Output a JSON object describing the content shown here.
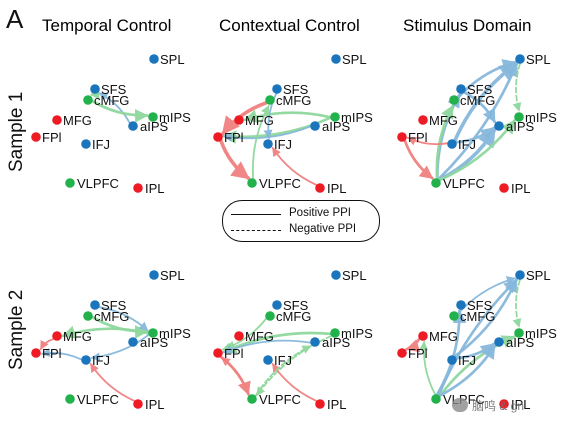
{
  "figure": {
    "panel_label": "A",
    "columns": [
      {
        "title": "Temporal Control",
        "color": "#ee1b24"
      },
      {
        "title": "Contextual Control",
        "color": "#21b24b"
      },
      {
        "title": "Stimulus Domain",
        "color": "#1f24d6"
      }
    ],
    "rows": [
      "Sample 1",
      "Sample 2"
    ],
    "legend": {
      "positive": "Positive PPI",
      "negative": "Negative PPI"
    },
    "watermark": "脑鸣 & gn"
  },
  "colors": {
    "temporal_node": "#ee1b24",
    "contextual_node": "#21b24b",
    "stimulus_node": "#1a75bc",
    "edge_red": "#f08080",
    "edge_green": "#8fd89d",
    "edge_blue": "#86b8dc"
  },
  "nodes": [
    {
      "id": "SPL",
      "label": "SPL",
      "group": "stimulus"
    },
    {
      "id": "SFS",
      "label": "SFS",
      "group": "stimulus"
    },
    {
      "id": "cMFG",
      "label": "cMFG",
      "group": "contextual"
    },
    {
      "id": "mIPS",
      "label": "mIPS",
      "group": "contextual"
    },
    {
      "id": "aIPS",
      "label": "aIPS",
      "group": "stimulus"
    },
    {
      "id": "MFG",
      "label": "MFG",
      "group": "temporal"
    },
    {
      "id": "FPl",
      "label": "FPl",
      "group": "temporal"
    },
    {
      "id": "IFJ",
      "label": "IFJ",
      "group": "stimulus"
    },
    {
      "id": "VLPFC",
      "label": "VLPFC",
      "group": "contextual"
    },
    {
      "id": "IPL",
      "label": "IPL",
      "group": "temporal"
    }
  ],
  "networks": [
    {
      "row": 0,
      "col": 0,
      "edges": [
        {
          "from": "aIPS",
          "to": "SFS",
          "color": "edge_blue",
          "sign": "positive",
          "weight": 1
        },
        {
          "from": "SFS",
          "to": "cMFG",
          "color": "edge_green",
          "sign": "positive",
          "weight": 1
        },
        {
          "from": "cMFG",
          "to": "mIPS",
          "color": "edge_green",
          "sign": "positive",
          "weight": 2
        }
      ]
    },
    {
      "row": 0,
      "col": 1,
      "edges": [
        {
          "from": "mIPS",
          "to": "MFG",
          "color": "edge_green",
          "sign": "positive",
          "weight": 2
        },
        {
          "from": "mIPS",
          "to": "FPl",
          "color": "edge_green",
          "sign": "positive",
          "weight": 2
        },
        {
          "from": "cMFG",
          "to": "FPl",
          "color": "edge_red",
          "sign": "positive",
          "weight": 3
        },
        {
          "from": "aIPS",
          "to": "FPl",
          "color": "edge_blue",
          "sign": "positive",
          "weight": 1
        },
        {
          "from": "FPl",
          "to": "VLPFC",
          "color": "edge_red",
          "sign": "positive",
          "weight": 3
        },
        {
          "from": "IPL",
          "to": "IFJ",
          "color": "edge_red",
          "sign": "positive",
          "weight": 1
        },
        {
          "from": "SFS",
          "to": "IFJ",
          "color": "edge_blue",
          "sign": "positive",
          "weight": 1
        },
        {
          "from": "VLPFC",
          "to": "cMFG",
          "color": "edge_green",
          "sign": "positive",
          "weight": 1
        }
      ]
    },
    {
      "row": 0,
      "col": 2,
      "edges": [
        {
          "from": "VLPFC",
          "to": "SPL",
          "color": "edge_blue",
          "sign": "positive",
          "weight": 2
        },
        {
          "from": "VLPFC",
          "to": "SFS",
          "color": "edge_blue",
          "sign": "positive",
          "weight": 2
        },
        {
          "from": "VLPFC",
          "to": "aIPS",
          "color": "edge_blue",
          "sign": "positive",
          "weight": 3
        },
        {
          "from": "VLPFC",
          "to": "cMFG",
          "color": "edge_green",
          "sign": "positive",
          "weight": 2
        },
        {
          "from": "VLPFC",
          "to": "mIPS",
          "color": "edge_green",
          "sign": "positive",
          "weight": 2
        },
        {
          "from": "IFJ",
          "to": "SPL",
          "color": "edge_blue",
          "sign": "positive",
          "weight": 3
        },
        {
          "from": "IFJ",
          "to": "aIPS",
          "color": "edge_blue",
          "sign": "positive",
          "weight": 2
        },
        {
          "from": "SFS",
          "to": "aIPS",
          "color": "edge_blue",
          "sign": "positive",
          "weight": 2
        },
        {
          "from": "SPL",
          "to": "mIPS",
          "color": "edge_green",
          "sign": "negative",
          "weight": 1
        },
        {
          "from": "IFJ",
          "to": "FPl",
          "color": "edge_red",
          "sign": "positive",
          "weight": 1
        },
        {
          "from": "FPl",
          "to": "VLPFC",
          "color": "edge_red",
          "sign": "positive",
          "weight": 2
        },
        {
          "from": "cMFG",
          "to": "SPL",
          "color": "edge_blue",
          "sign": "positive",
          "weight": 2
        }
      ]
    },
    {
      "row": 1,
      "col": 0,
      "edges": [
        {
          "from": "cMFG",
          "to": "mIPS",
          "color": "edge_green",
          "sign": "positive",
          "weight": 2
        },
        {
          "from": "SFS",
          "to": "mIPS",
          "color": "edge_blue",
          "sign": "positive",
          "weight": 1
        },
        {
          "from": "mIPS",
          "to": "MFG",
          "color": "edge_green",
          "sign": "positive",
          "weight": 2
        },
        {
          "from": "mIPS",
          "to": "IFJ",
          "color": "edge_blue",
          "sign": "positive",
          "weight": 1
        },
        {
          "from": "IFJ",
          "to": "FPl",
          "color": "edge_blue",
          "sign": "positive",
          "weight": 1
        },
        {
          "from": "IPL",
          "to": "IFJ",
          "color": "edge_red",
          "sign": "positive",
          "weight": 1
        },
        {
          "from": "MFG",
          "to": "FPl",
          "color": "edge_red",
          "sign": "positive",
          "weight": 1
        }
      ]
    },
    {
      "row": 1,
      "col": 1,
      "edges": [
        {
          "from": "mIPS",
          "to": "FPl",
          "color": "edge_green",
          "sign": "positive",
          "weight": 2
        },
        {
          "from": "cMFG",
          "to": "FPl",
          "color": "edge_green",
          "sign": "positive",
          "weight": 1
        },
        {
          "from": "mIPS",
          "to": "VLPFC",
          "color": "edge_green",
          "sign": "negative",
          "weight": 1
        },
        {
          "from": "FPl",
          "to": "VLPFC",
          "color": "edge_red",
          "sign": "positive",
          "weight": 2
        },
        {
          "from": "VLPFC",
          "to": "FPl",
          "color": "edge_red",
          "sign": "negative",
          "weight": 1
        },
        {
          "from": "IPL",
          "to": "IFJ",
          "color": "edge_red",
          "sign": "positive",
          "weight": 1
        },
        {
          "from": "aIPS",
          "to": "FPl",
          "color": "edge_blue",
          "sign": "positive",
          "weight": 1
        },
        {
          "from": "VLPFC",
          "to": "aIPS",
          "color": "edge_green",
          "sign": "negative",
          "weight": 1
        }
      ]
    },
    {
      "row": 1,
      "col": 2,
      "edges": [
        {
          "from": "IFJ",
          "to": "SPL",
          "color": "edge_blue",
          "sign": "positive",
          "weight": 2
        },
        {
          "from": "VLPFC",
          "to": "SPL",
          "color": "edge_blue",
          "sign": "positive",
          "weight": 2
        },
        {
          "from": "VLPFC",
          "to": "SFS",
          "color": "edge_blue",
          "sign": "positive",
          "weight": 2
        },
        {
          "from": "VLPFC",
          "to": "mIPS",
          "color": "edge_green",
          "sign": "positive",
          "weight": 2
        },
        {
          "from": "VLPFC",
          "to": "aIPS",
          "color": "edge_blue",
          "sign": "positive",
          "weight": 2
        },
        {
          "from": "VLPFC",
          "to": "MFG",
          "color": "edge_green",
          "sign": "positive",
          "weight": 1
        },
        {
          "from": "IFJ",
          "to": "aIPS",
          "color": "edge_blue",
          "sign": "positive",
          "weight": 2
        },
        {
          "from": "cMFG",
          "to": "SPL",
          "color": "edge_blue",
          "sign": "positive",
          "weight": 1
        },
        {
          "from": "SPL",
          "to": "mIPS",
          "color": "edge_green",
          "sign": "negative",
          "weight": 1
        },
        {
          "from": "MFG",
          "to": "FPl",
          "color": "edge_red",
          "sign": "positive",
          "weight": 2
        }
      ]
    }
  ]
}
